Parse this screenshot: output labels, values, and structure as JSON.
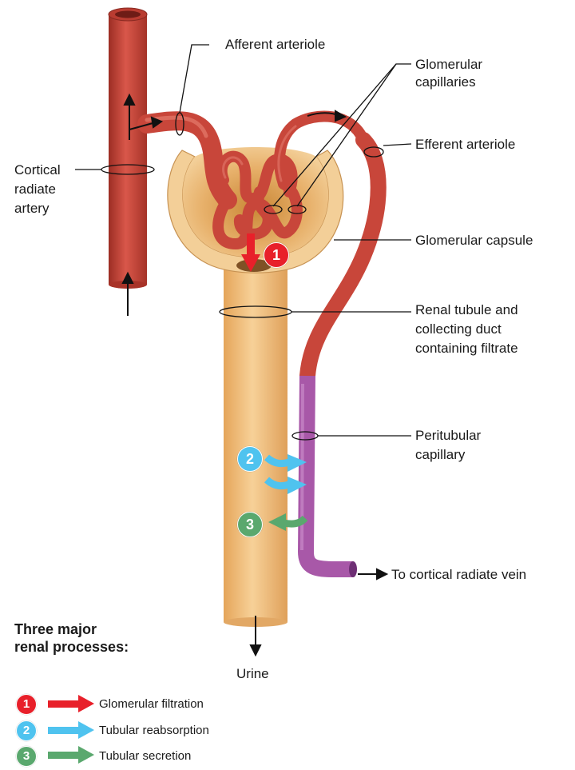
{
  "labels": {
    "afferent_arteriole": "Afferent arteriole",
    "glomerular_capillaries": [
      "Glomerular",
      "capillaries"
    ],
    "efferent_arteriole": "Efferent arteriole",
    "cortical_radiate_artery": [
      "Cortical",
      "radiate",
      "artery"
    ],
    "glomerular_capsule": "Glomerular capsule",
    "renal_tubule": [
      "Renal tubule and",
      "collecting duct",
      "containing filtrate"
    ],
    "peritubular_capillary": [
      "Peritubular",
      "capillary"
    ],
    "to_vein": "To cortical radiate vein",
    "urine": "Urine"
  },
  "legend": {
    "title": [
      "Three major",
      "renal processes:"
    ],
    "items": [
      {
        "number": "1",
        "label": "Glomerular filtration",
        "color": "#e8202a"
      },
      {
        "number": "2",
        "label": "Tubular reabsorption",
        "color": "#4fc3ef"
      },
      {
        "number": "3",
        "label": "Tubular secretion",
        "color": "#5aa86e"
      }
    ]
  },
  "markers": {
    "filtration": "1",
    "reabsorption": "2",
    "secretion": "3"
  },
  "colors": {
    "vessel": "#c8463a",
    "vessel_dark": "#9c2d24",
    "tubule": "#f2c17e",
    "tubule_dark": "#d99a4e",
    "peritubular": "#a858a8",
    "filtration": "#e8202a",
    "reabsorption": "#4fc3ef",
    "secretion": "#5aa86e"
  }
}
